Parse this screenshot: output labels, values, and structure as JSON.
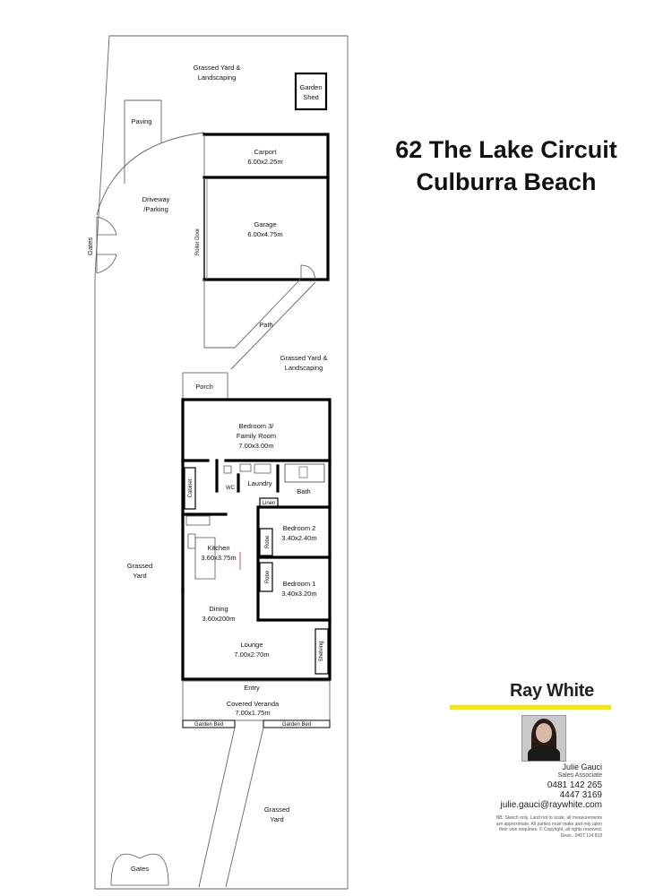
{
  "title": {
    "line1": "62 The Lake Circuit",
    "line2": "Culburra Beach"
  },
  "plan_labels": {
    "yard_top_line1": "Grassed Yard &",
    "yard_top_line2": "Landscaping",
    "garden_shed_line1": "Garden",
    "garden_shed_line2": "Shed",
    "paving": "Paving",
    "carport": "Carport",
    "carport_dims": "6.00x2.25m",
    "driveway_line1": "Driveway",
    "driveway_line2": "/Parking",
    "garage": "Garage",
    "garage_dims": "6.00x4.75m",
    "roller_door": "Roller Door",
    "gates_side": "Gates",
    "path": "Path",
    "yard_mid_line1": "Grassed Yard &",
    "yard_mid_line2": "Landscaping",
    "porch": "Porch",
    "bedroom3_line1": "Bedroom 3/",
    "bedroom3_line2": "Family Room",
    "bedroom3_dims": "7.00x3.00m",
    "cabinet": "Cabinet",
    "wc": "WC",
    "laundry": "Laundry",
    "bath": "Bath",
    "linen": "Linen",
    "bedroom2": "Bedroom 2",
    "bedroom2_dims": "3.40x2.40m",
    "kitchen": "Kitchen",
    "kitchen_dims": "3.60x3.75m",
    "robe": "Robe",
    "bedroom1": "Bedroom 1",
    "bedroom1_dims": "3.40x3.20m",
    "grassed_yard_line1": "Grassed",
    "grassed_yard_line2": "Yard",
    "dining": "Dining",
    "dining_dims": "3.60x200m",
    "lounge": "Lounge",
    "lounge_dims": "7.00x2.70m",
    "shelving": "Shelving",
    "entry": "Entry",
    "veranda": "Covered Veranda",
    "veranda_dims": "7.00x1.75m",
    "garden_bed": "Garden Bed",
    "front_yard_line1": "Grassed",
    "front_yard_line2": "Yard",
    "gates_bottom": "Gates"
  },
  "agency": {
    "brand": "Ray White",
    "brand_accent": "#f5e600"
  },
  "agent": {
    "name": "Julie Gauci",
    "role": "Sales Associate",
    "phone1": "0481 142 265",
    "phone2": "4447 3169",
    "email": "julie.gauci@raywhite.com"
  },
  "disclaimer": {
    "line1": "NB: Sketch only. Land not to scale, all measurements",
    "line2": "are approximate. All parties must make and rely upon",
    "line3": "their own enquiries. © Copyright, all rights reserved.",
    "line4": "Dean...0457 114 818"
  }
}
